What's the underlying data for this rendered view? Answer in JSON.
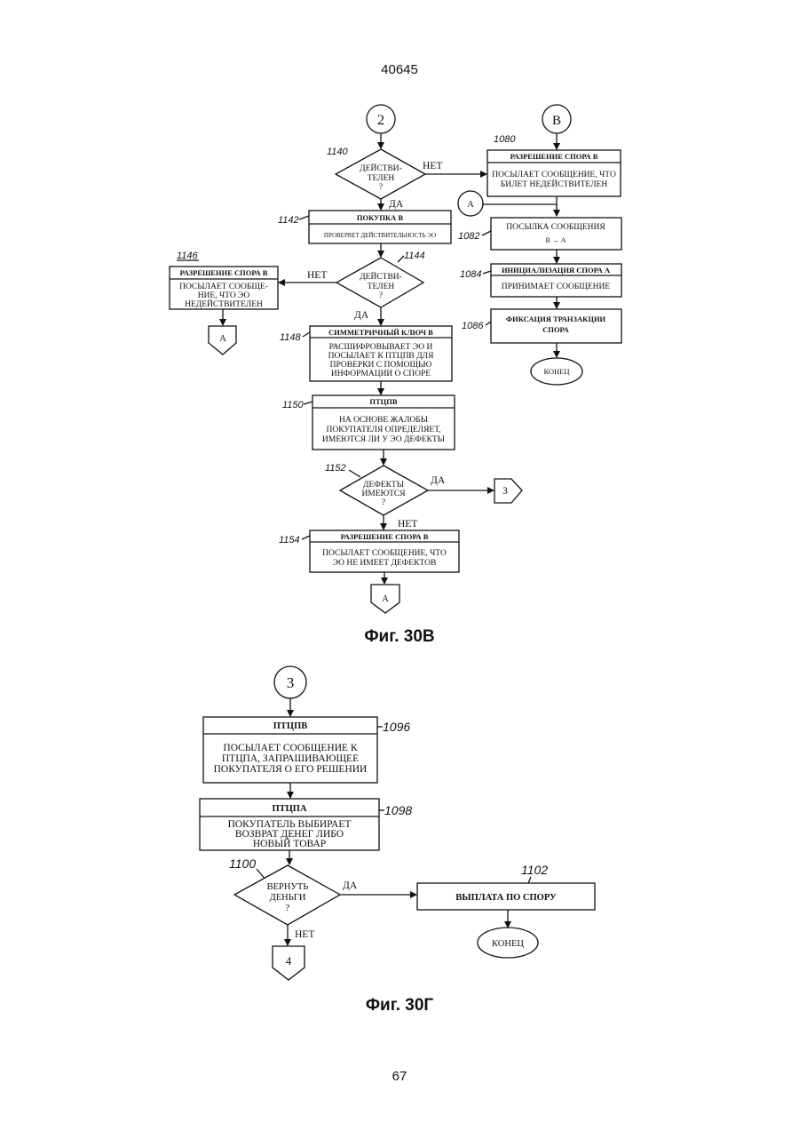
{
  "page": {
    "header_number": "40645",
    "footer_number": "67"
  },
  "figure_b": {
    "caption": "Фиг. 30В",
    "start_connector": "2",
    "right_connector": "B",
    "connector_a": "A",
    "decision_1140": {
      "ref": "1140",
      "lines": [
        "ДЕЙСТВИ-",
        "ТЕЛЕН",
        "?"
      ],
      "no": "НЕТ",
      "yes": "ДА"
    },
    "box_1080": {
      "ref": "1080",
      "title": "РАЗРЕШЕНИЕ СПОРА В",
      "lines": [
        "ПОСЫЛАЕТ СООБЩЕНИЕ, ЧТО",
        "БИЛЕТ НЕДЕЙСТВИТЕЛЕН"
      ]
    },
    "box_1142": {
      "ref": "1142",
      "title": "ПОКУПКА В",
      "lines": [
        "ПРОВЕРЯЕТ ДЕЙСТВИТЕЛЬНОСТЬ ЭО"
      ]
    },
    "box_1082": {
      "ref": "1082",
      "title": "ПОСЫЛКА СООБЩЕНИЯ",
      "lines": [
        "В → А"
      ]
    },
    "box_1146": {
      "ref": "1146",
      "title": "РАЗРЕШЕНИЕ СПОРА В",
      "lines": [
        "ПОСЫЛАЕТ СООБЩЕ-",
        "НИЕ, ЧТО ЭО",
        "НЕДЕЙСТВИТЕЛЕН"
      ]
    },
    "decision_1144": {
      "ref": "1144",
      "lines": [
        "ДЕЙСТВИ-",
        "ТЕЛЕН",
        "?"
      ],
      "no": "НЕТ",
      "yes": "ДА"
    },
    "box_1084": {
      "ref": "1084",
      "title": "ИНИЦИАЛИЗАЦИЯ СПОРА А",
      "lines": [
        "ПРИНИМАЕТ СООБЩЕНИЕ"
      ]
    },
    "box_1086": {
      "ref": "1086",
      "lines": [
        "ФИКСАЦИЯ ТРАНЗАКЦИИ",
        "СПОРА"
      ]
    },
    "end_right": "КОНЕЦ",
    "connector_left_a": "A",
    "box_1148": {
      "ref": "1148",
      "title": "СИММЕТРИЧНЫЙ КЛЮЧ В",
      "lines": [
        "РАСШИФРОВЫВАЕТ ЭО И",
        "ПОСЫЛАЕТ К ПТЦПВ ДЛЯ",
        "ПРОВЕРКИ С ПОМОЩЬЮ",
        "ИНФОРМАЦИИ О СПОРЕ"
      ]
    },
    "box_1150": {
      "ref": "1150",
      "title": "ПТЦПВ",
      "lines": [
        "НА ОСНОВЕ ЖАЛОБЫ",
        "ПОКУПАТЕЛЯ ОПРЕДЕЛЯЕТ,",
        "ИМЕЮТСЯ ЛИ У ЭО ДЕФЕКТЫ"
      ]
    },
    "decision_1152": {
      "ref": "1152",
      "lines": [
        "ДЕФЕКТЫ",
        "ИМЕЮТСЯ",
        "?"
      ],
      "yes": "ДА",
      "no": "НЕТ"
    },
    "connector_3": "3",
    "box_1154": {
      "ref": "1154",
      "title": "РАЗРЕШЕНИЕ СПОРА В",
      "lines": [
        "ПОСЫЛАЕТ СООБЩЕНИЕ, ЧТО",
        "ЭО НЕ ИМЕЕТ ДЕФЕКТОВ"
      ]
    },
    "connector_bottom_a": "A"
  },
  "figure_g": {
    "caption": "Фиг. 30Г",
    "start_connector": "3",
    "box_1096": {
      "ref": "1096",
      "title": "ПТЦПВ",
      "lines": [
        "ПОСЫЛАЕТ СООБЩЕНИЕ К",
        "ПТЦПА, ЗАПРАШИВАЮЩЕЕ",
        "ПОКУПАТЕЛЯ О ЕГО РЕШЕНИИ"
      ]
    },
    "box_1098": {
      "ref": "1098",
      "title": "ПТЦПА",
      "lines": [
        "ПОКУПАТЕЛЬ ВЫБИРАЕТ",
        "ВОЗВРАТ ДЕНЕГ ЛИБО",
        "НОВЫЙ ТОВАР"
      ]
    },
    "decision_1100": {
      "ref": "1100",
      "lines": [
        "ВЕРНУТЬ",
        "ДЕНЬГИ",
        "?"
      ],
      "yes": "ДА",
      "no": "НЕТ"
    },
    "box_1102": {
      "ref": "1102",
      "lines": [
        "ВЫПЛАТА ПО СПОРУ"
      ]
    },
    "end": "КОНЕЦ",
    "connector_4": "4"
  }
}
